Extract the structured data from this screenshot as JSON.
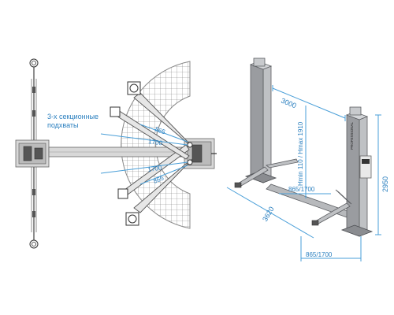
{
  "plan_view": {
    "callout_line1": "3-х секционные",
    "callout_line2": "подхваты",
    "dim_upper_short": "865",
    "dim_upper_long": "1700",
    "dim_lower_long": "1700",
    "dim_lower_short": "865"
  },
  "iso_view": {
    "dim_top": "3000",
    "dim_height_range": "Hmin 110 / Hmax 1910",
    "dim_inner_width": "865/1700",
    "dim_depth": "3620",
    "dim_total_height": "2950",
    "dim_base_width": "865/1700",
    "post_brand": "PROFESSIONAL"
  },
  "colors": {
    "dimension_blue": "#2a7fbf",
    "post_grey": "#9a9ca0"
  }
}
